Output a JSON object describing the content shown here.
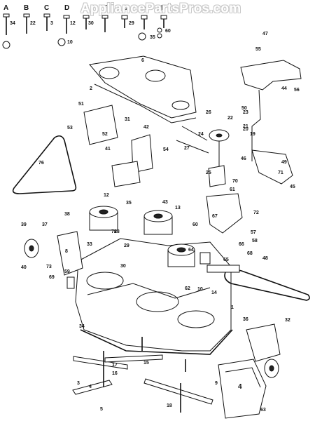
{
  "watermark": "AppliancePartsPros.com",
  "header_letters": [
    "A",
    "B",
    "C",
    "D",
    "E",
    "F",
    "G",
    "H",
    "I"
  ],
  "header_parts": [
    "34",
    "22",
    "3",
    "12",
    "30",
    "29",
    "35",
    "10",
    "60"
  ],
  "callouts": [
    "1",
    "2",
    "3",
    "4",
    "5",
    "6",
    "8",
    "9",
    "10",
    "12",
    "13",
    "14",
    "15",
    "16",
    "17",
    "18",
    "19",
    "20",
    "21",
    "22",
    "23",
    "24",
    "25",
    "26",
    "27",
    "28",
    "29",
    "30",
    "31",
    "32",
    "33",
    "34",
    "35",
    "36",
    "37",
    "38",
    "39",
    "40",
    "41",
    "42",
    "43",
    "44",
    "45",
    "46",
    "47",
    "48",
    "49",
    "50",
    "51",
    "52",
    "53",
    "54",
    "55",
    "56",
    "57",
    "58",
    "59",
    "60",
    "61",
    "62",
    "63",
    "64",
    "65",
    "66",
    "67",
    "68",
    "69",
    "70",
    "71",
    "72",
    "73",
    "76",
    "78"
  ],
  "colors": {
    "ink": "#111111",
    "paper": "#ffffff",
    "watermark_outline": "#c9c9c9"
  }
}
